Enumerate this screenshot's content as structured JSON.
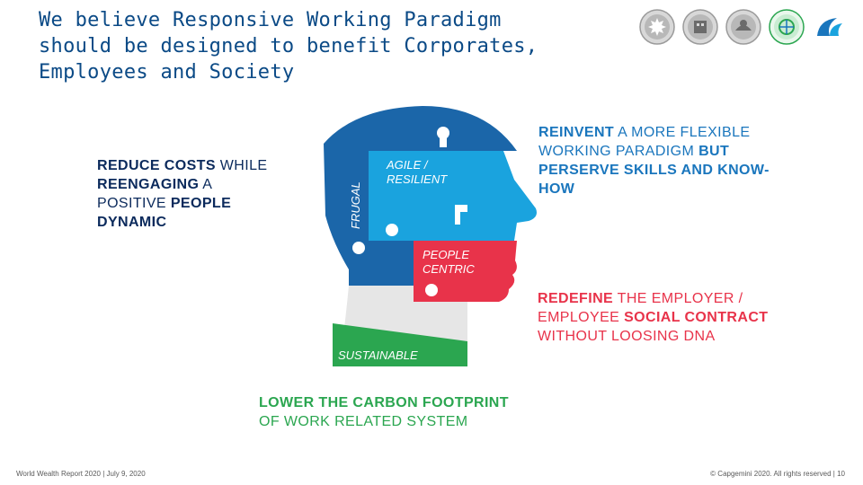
{
  "title": {
    "line1": "We believe Responsive Working Paradigm",
    "line2": "should be designed to benefit Corporates,",
    "line3": "Employees and Society"
  },
  "header_icons": [
    {
      "name": "gear-badge-icon",
      "color": "#9b9b9b"
    },
    {
      "name": "building-badge-icon",
      "color": "#9b9b9b"
    },
    {
      "name": "people-badge-icon",
      "color": "#9b9b9b"
    },
    {
      "name": "globe-badge-icon",
      "color": "#2ba650"
    },
    {
      "name": "capgemini-logo-icon",
      "color": "#1a76bd"
    }
  ],
  "pieces": {
    "frugal": "FRUGAL",
    "agile_line1": "AGILE /",
    "agile_line2": "RESILIENT",
    "people_line1": "PEOPLE",
    "people_line2": "CENTRIC",
    "sustainable": "SUSTAINABLE"
  },
  "colors": {
    "title": "#0b4a86",
    "frugal": "#1b66a9",
    "agile": "#1aa3de",
    "people": "#e8334a",
    "neck": "#e6e6e6",
    "sustainable": "#2ba650"
  },
  "blocks": {
    "reduce": {
      "l1_bold": "REDUCE COSTS",
      "l1_rest": " WHILE",
      "l2_bold": "REENGAGING",
      "l2_rest": " A",
      "l3_rest": "POSITIVE ",
      "l3_bold": "PEOPLE",
      "l4_bold": "DYNAMIC"
    },
    "reinvent": {
      "l1_bold": "REINVENT",
      "l1_rest": " A MORE FLEXIBLE",
      "l2_rest": "WORKING PARADIGM ",
      "l2_bold": "BUT",
      "l3_bold": "PERSERVE SKILLS AND KNOW-",
      "l4_bold": "HOW"
    },
    "redefine": {
      "l1_bold": "REDEFINE",
      "l1_rest": " THE EMPLOYER /",
      "l2_rest": "EMPLOYEE ",
      "l2_bold": "SOCIAL CONTRACT",
      "l3_rest": "WITHOUT LOOSING DNA"
    },
    "lower": {
      "l1_bold": "LOWER THE CARBON FOOTPRINT",
      "l2_rest": "OF WORK RELATED SYSTEM"
    }
  },
  "footer": {
    "left": "World Wealth Report 2020 | July 9, 2020",
    "right": "© Capgemini 2020. All rights reserved  |   10"
  }
}
